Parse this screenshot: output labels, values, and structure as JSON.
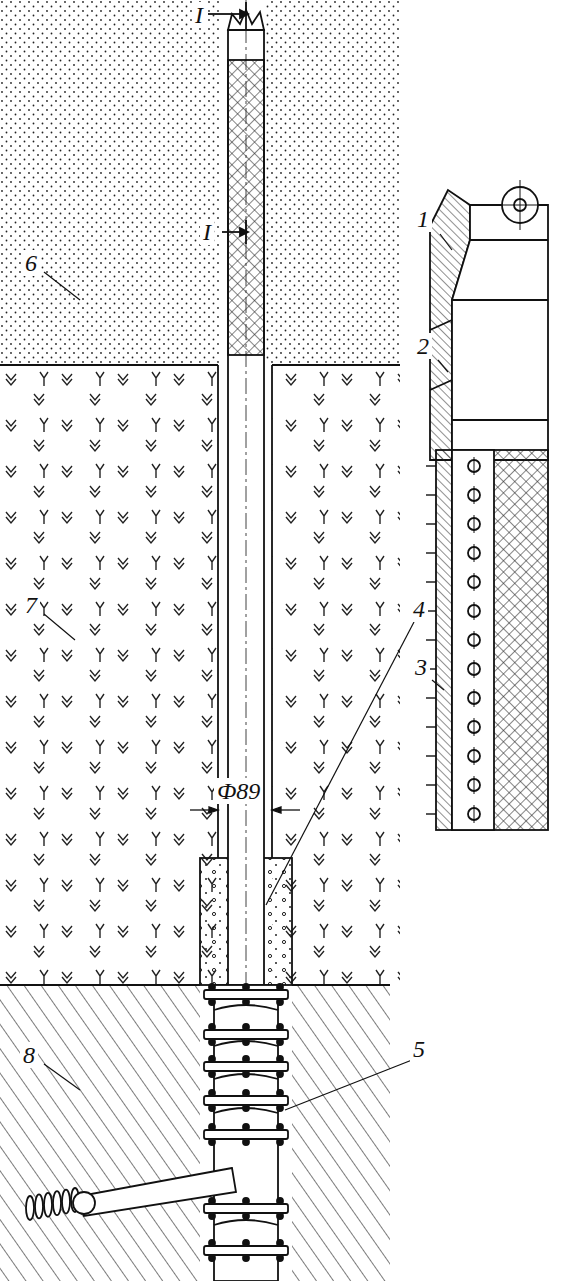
{
  "diagram": {
    "labels": [
      "I",
      "I",
      "6",
      "1",
      "2",
      "3",
      "7",
      "Ф89",
      "4",
      "8",
      "5"
    ]
  }
}
